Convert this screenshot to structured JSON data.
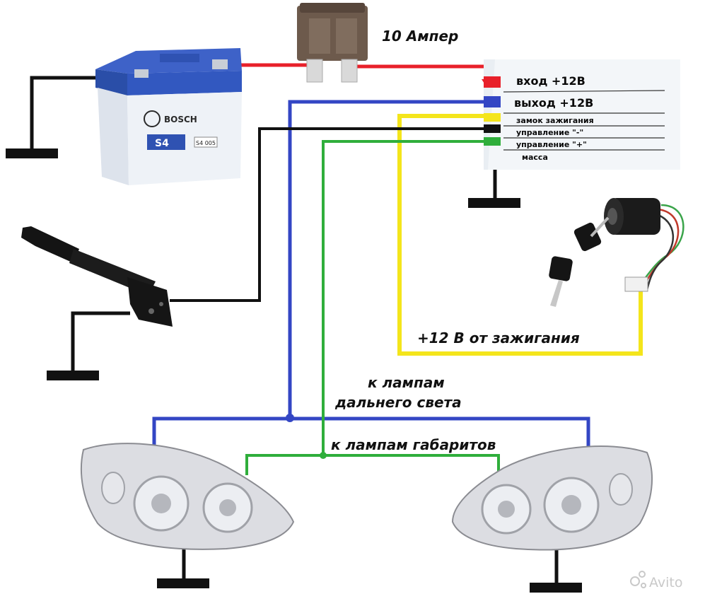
{
  "labels": {
    "fuse": "10 Ампер",
    "ignition_feed": "+12 В от зажигания",
    "high_beam_line1": "к лампам",
    "high_beam_line2": "дальнего света",
    "parking_lights": "к лампам габаритов"
  },
  "module": {
    "terminals": [
      "вход +12В",
      "выход +12В",
      "замок зажигания",
      "управление \"-\"",
      "управление \"+\"",
      "масса"
    ]
  },
  "battery": {
    "brand": "BOSCH",
    "model": "S4",
    "code": "S4 005"
  },
  "watermark": "Avito",
  "colors": {
    "power_in": "#e8202a",
    "high_beam": "#3346c4",
    "ignition": "#f4e51b",
    "parking": "#2fae3b",
    "control_minus": "#111111",
    "ground": "#111111"
  }
}
